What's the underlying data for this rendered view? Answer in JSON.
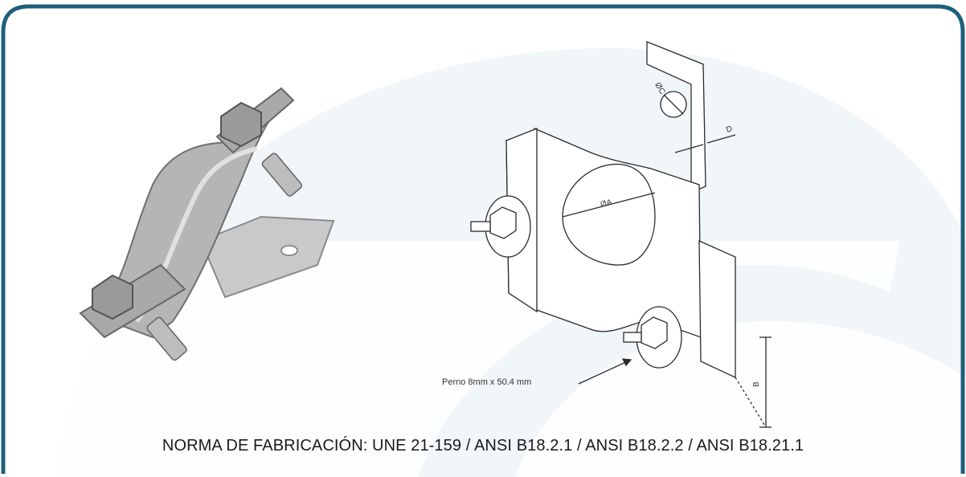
{
  "colors": {
    "frame": "#1c5f7a",
    "watermark": "#eef4f6",
    "metal_light": "#d9d9d9",
    "metal_mid": "#a8a8a8",
    "metal_dark": "#6f6f6f",
    "line": "#2b2b2b"
  },
  "drawing": {
    "dim_c": "ØC",
    "dim_d": "D",
    "dim_a": "ØA",
    "dim_b": "B",
    "bolt_callout": "Perno 8mm x 50.4 mm"
  },
  "caption": "NORMA DE FABRICACIÓN: UNE 21-159 / ANSI B18.2.1 / ANSI B18.2.2 / ANSI B18.21.1"
}
